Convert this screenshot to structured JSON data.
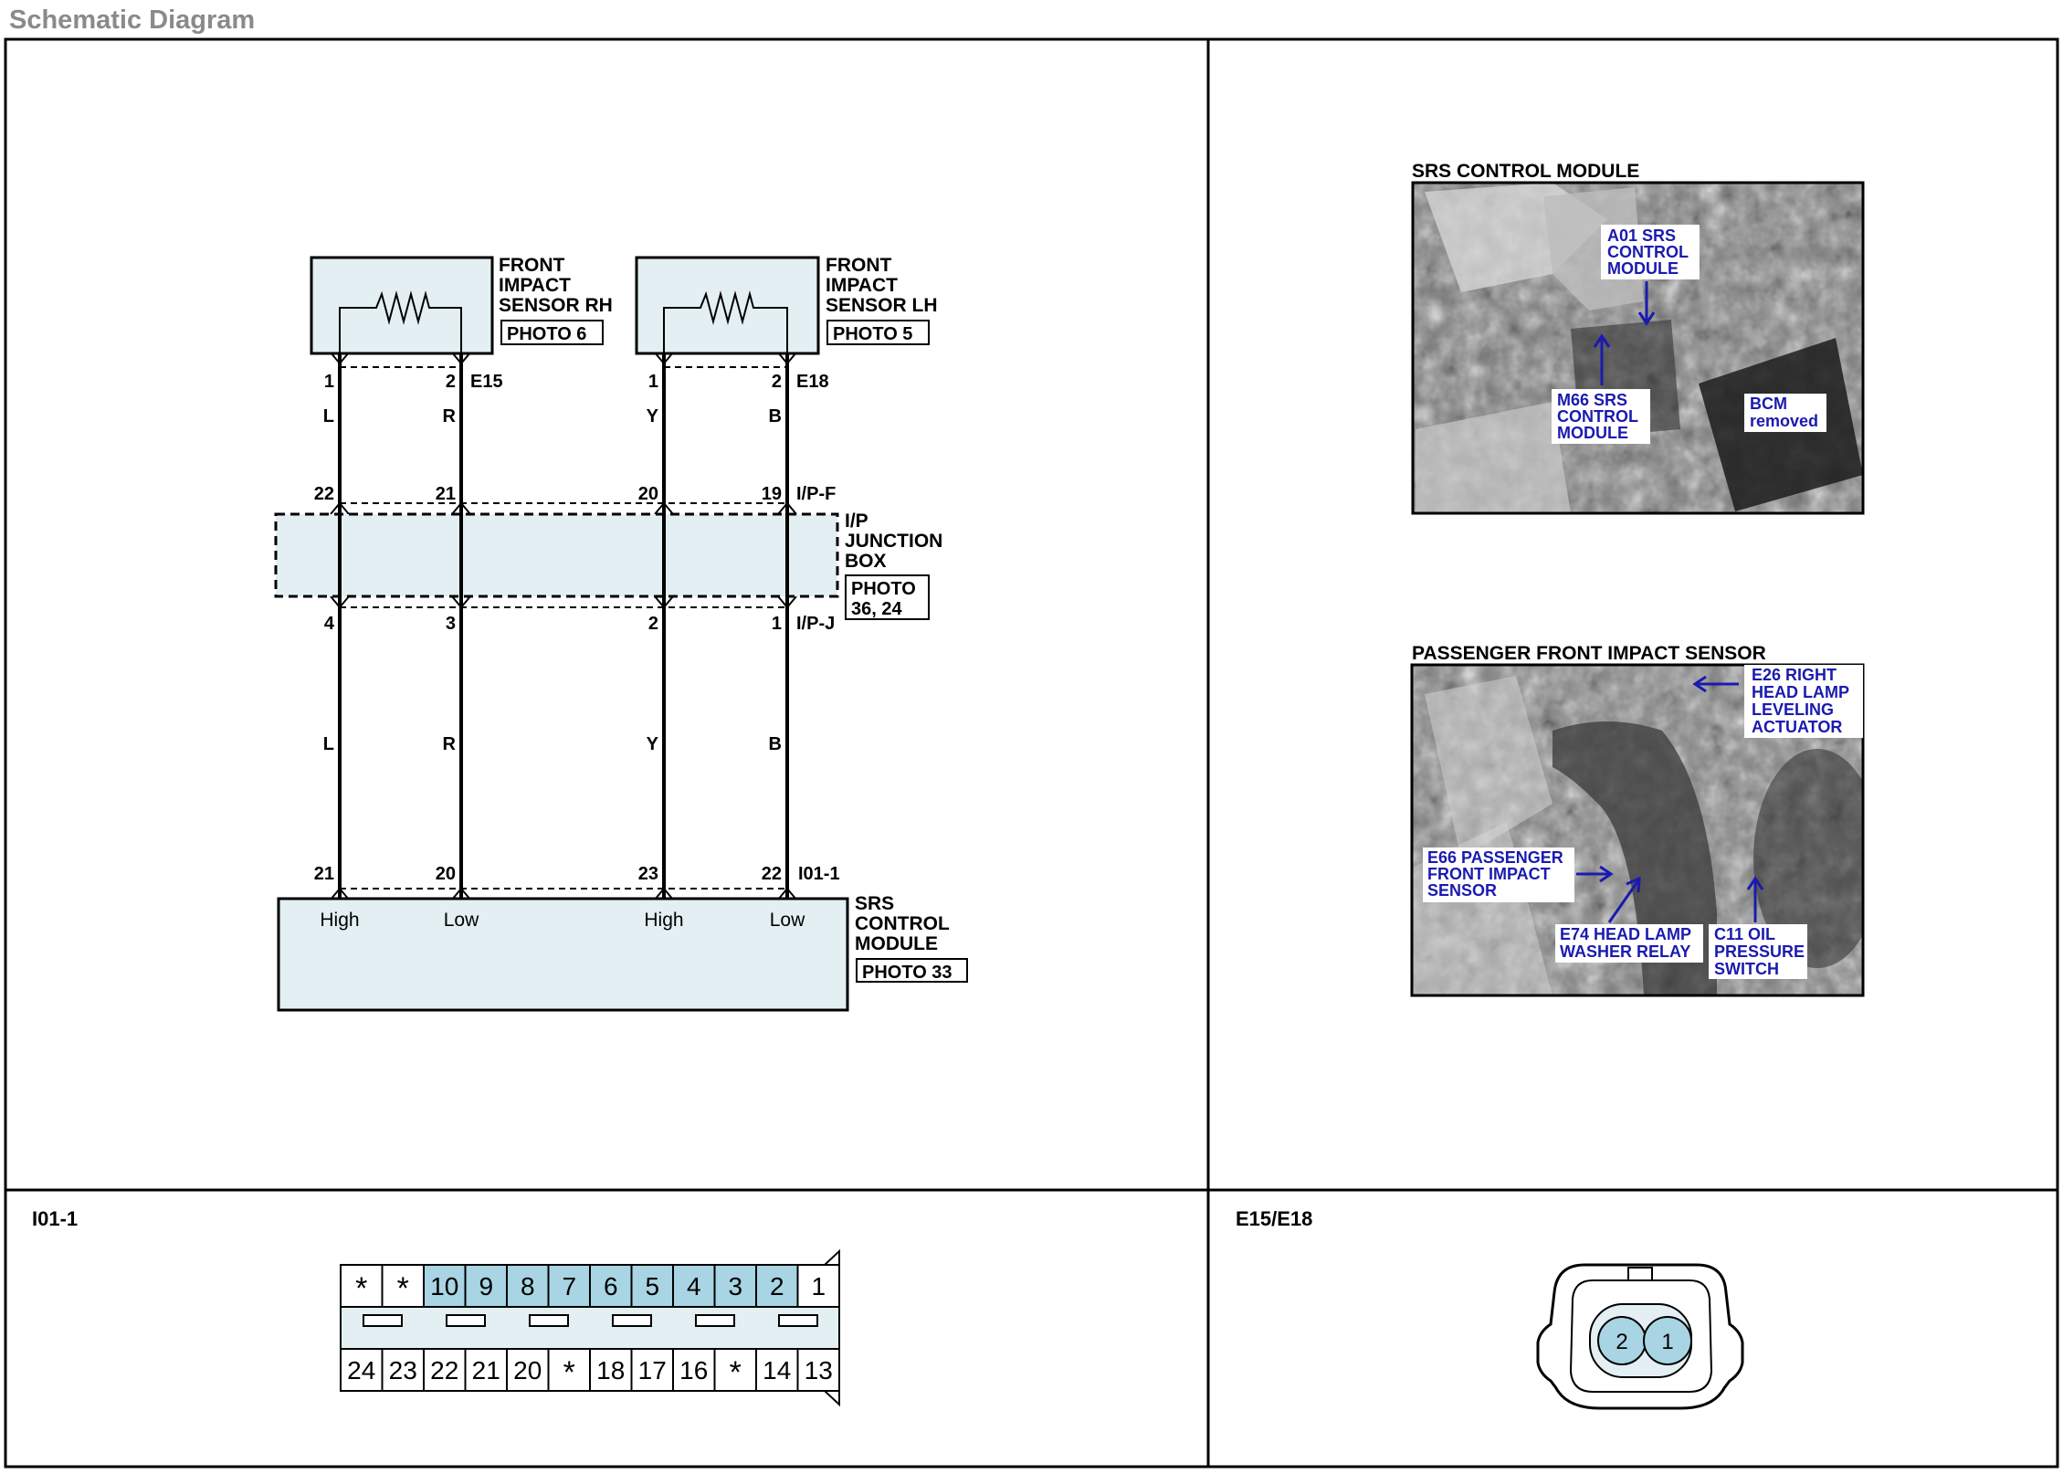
{
  "page": {
    "title": "Schematic Diagram"
  },
  "schematic": {
    "sensor_rh": {
      "name_lines": [
        "FRONT",
        "IMPACT",
        "SENSOR RH"
      ],
      "photo": "PHOTO 6",
      "connector": "E15",
      "pins": [
        "1",
        "2"
      ],
      "wires": [
        "L",
        "R"
      ]
    },
    "sensor_lh": {
      "name_lines": [
        "FRONT",
        "IMPACT",
        "SENSOR LH"
      ],
      "photo": "PHOTO 5",
      "connector": "E18",
      "pins": [
        "1",
        "2"
      ],
      "wires": [
        "Y",
        "B"
      ]
    },
    "junction_box": {
      "name_lines": [
        "I/P",
        "JUNCTION",
        "BOX"
      ],
      "photo_lines": [
        "PHOTO",
        "36, 24"
      ],
      "top_connector": "I/P-F",
      "top_pins": [
        "22",
        "21",
        "20",
        "19"
      ],
      "bottom_connector": "I/P-J",
      "bottom_pins": [
        "4",
        "3",
        "2",
        "1"
      ]
    },
    "lower_wires": [
      "L",
      "R",
      "Y",
      "B"
    ],
    "srs_module": {
      "connector": "I01-1",
      "pins": [
        "21",
        "20",
        "23",
        "22"
      ],
      "terminals": [
        "High",
        "Low",
        "High",
        "Low"
      ],
      "name_lines": [
        "SRS",
        "CONTROL",
        "MODULE"
      ],
      "photo": "PHOTO 33"
    }
  },
  "photos": {
    "srs_control_module": {
      "title": "SRS CONTROL MODULE",
      "callouts": {
        "a01": [
          "A01 SRS",
          "CONTROL",
          "MODULE"
        ],
        "m66": [
          "M66 SRS",
          "CONTROL",
          "MODULE"
        ],
        "bcm": [
          "BCM",
          "removed"
        ]
      }
    },
    "passenger_sensor": {
      "title": "PASSENGER FRONT IMPACT SENSOR",
      "callouts": {
        "e26": [
          "E26 RIGHT",
          "HEAD LAMP",
          "LEVELING",
          "ACTUATOR"
        ],
        "e66": [
          "E66 PASSENGER",
          "FRONT IMPACT",
          "SENSOR"
        ],
        "e74": [
          "E74 HEAD LAMP",
          "WASHER RELAY"
        ],
        "c11": [
          "C11 OIL",
          "PRESSURE",
          "SWITCH"
        ]
      }
    }
  },
  "connector_i01": {
    "title": "I01-1",
    "top_row": [
      "*",
      "*",
      "10",
      "9",
      "8",
      "7",
      "6",
      "5",
      "4",
      "3",
      "2",
      "1"
    ],
    "bottom_row": [
      "24",
      "23",
      "22",
      "21",
      "20",
      "*",
      "18",
      "17",
      "16",
      "*",
      "14",
      "13"
    ]
  },
  "connector_e15": {
    "title": "E15/E18",
    "pins": [
      "2",
      "1"
    ]
  },
  "colors": {
    "fill": "#e3eff2",
    "pin_fill": "#a9d4e3",
    "callout_text": "#1a1ab0",
    "title_text": "#8a8a8a"
  }
}
